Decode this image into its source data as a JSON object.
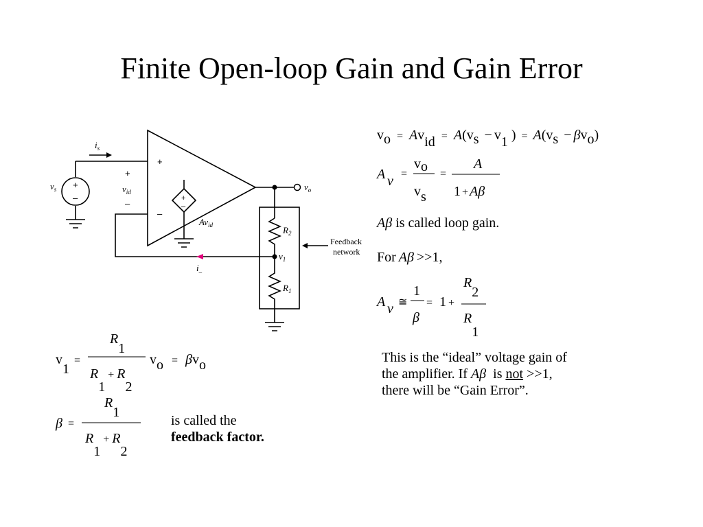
{
  "slide": {
    "title": "Finite Open-loop Gain and Gain Error"
  },
  "circuit": {
    "labels": {
      "is_main": "i",
      "is_sub": "s",
      "vs_main": "v",
      "vs_sub": "s",
      "plus_input": "+",
      "minus_input": "–",
      "vid_main": "v",
      "vid_sub": "id",
      "vid_plus": "+",
      "vid_minus": "–",
      "source_plus": "+",
      "source_minus": "–",
      "dep_plus": "+",
      "dep_minus": "–",
      "avid_main": "Av",
      "avid_sub": "id",
      "vo_main": "v",
      "vo_sub": "o",
      "r2_main": "R",
      "r2_sub": "2",
      "r1_main": "R",
      "r1_sub": "1",
      "v1_main": "v",
      "v1_sub": "1",
      "iminus_main": "i",
      "iminus_sub": "_",
      "feedback_line1": "Feedback",
      "feedback_line2": "network"
    },
    "colors": {
      "wire": "#000000",
      "current_arrow": "#e0007a"
    }
  },
  "equations": {
    "vo_eq": {
      "v": "v",
      "o": "o",
      "eq": "=",
      "A": "A",
      "id": "id",
      "paren_open": "(",
      "vs_v": "v",
      "s": "s",
      "minus": "−",
      "v1_v": "v",
      "one": "1",
      "paren_close": ")",
      "beta": "β"
    },
    "av_eq": {
      "A": "A",
      "v_sub": "v",
      "eq": "=",
      "num_v": "v",
      "num_o": "o",
      "den_v": "v",
      "den_s": "s",
      "num2": "A",
      "den2_one": "1",
      "plus": "+",
      "den2_A": "A",
      "beta": "β"
    },
    "loop_gain": {
      "A": "A",
      "beta": "β",
      "text": "is called loop gain."
    },
    "for_line": {
      "for": "For",
      "A": "A",
      "beta": "β",
      "rest": ">>1,"
    },
    "ideal_eq": {
      "A": "A",
      "v_sub": "v",
      "approx": "≅",
      "num1": "1",
      "beta": "β",
      "eq": "=",
      "one": "1",
      "plus": "+",
      "R": "R",
      "two": "2",
      "one_sub": "1"
    },
    "ideal_paragraph": {
      "line1": "This is the “ideal” voltage gain of",
      "line2_a": "the amplifier.  If",
      "line2_A": "A",
      "line2_beta": "β",
      "line2_is": "is",
      "line2_not": "not",
      "line2_rest": ">>1,",
      "line3": "there will be “Gain Error”."
    },
    "v1_eq": {
      "v": "v",
      "one": "1",
      "eq": "=",
      "R": "R",
      "plus": "+",
      "two": "2",
      "vo_v": "v",
      "vo_o": "o",
      "beta": "β"
    },
    "beta_eq": {
      "beta": "β",
      "eq": "=",
      "R": "R",
      "one": "1",
      "plus": "+",
      "two": "2"
    },
    "feedback_factor": {
      "line1": "is called the",
      "line2": "feedback factor."
    }
  }
}
